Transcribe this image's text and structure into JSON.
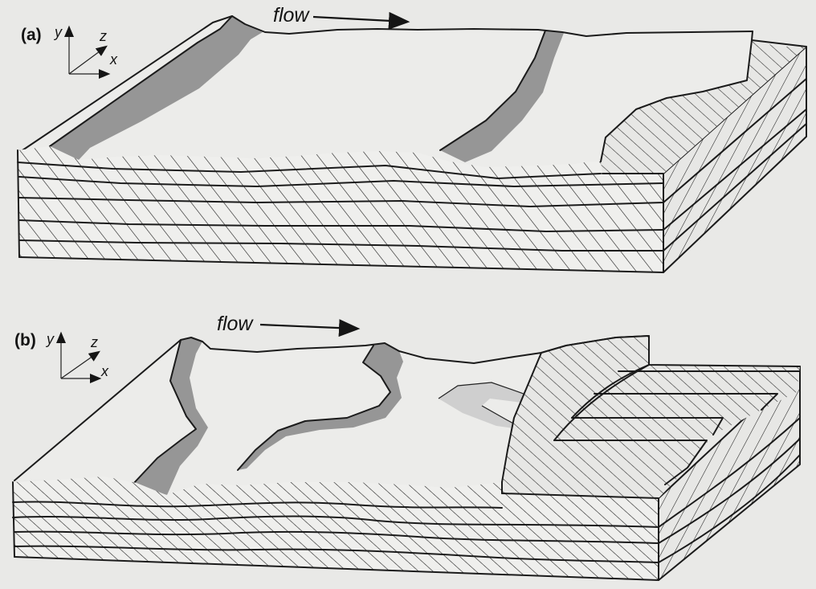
{
  "panels": [
    {
      "id": "a",
      "label": "(a)",
      "axes": {
        "y": "y",
        "z": "z",
        "x": "x"
      },
      "flow_label": "flow"
    },
    {
      "id": "b",
      "label": "(b)",
      "axes": {
        "y": "y",
        "z": "z",
        "x": "x"
      },
      "flow_label": "flow"
    }
  ],
  "colors": {
    "background": "#e9e9e7",
    "ink": "#1b1b1b",
    "lee_face_shading": "#7d7d7d"
  }
}
